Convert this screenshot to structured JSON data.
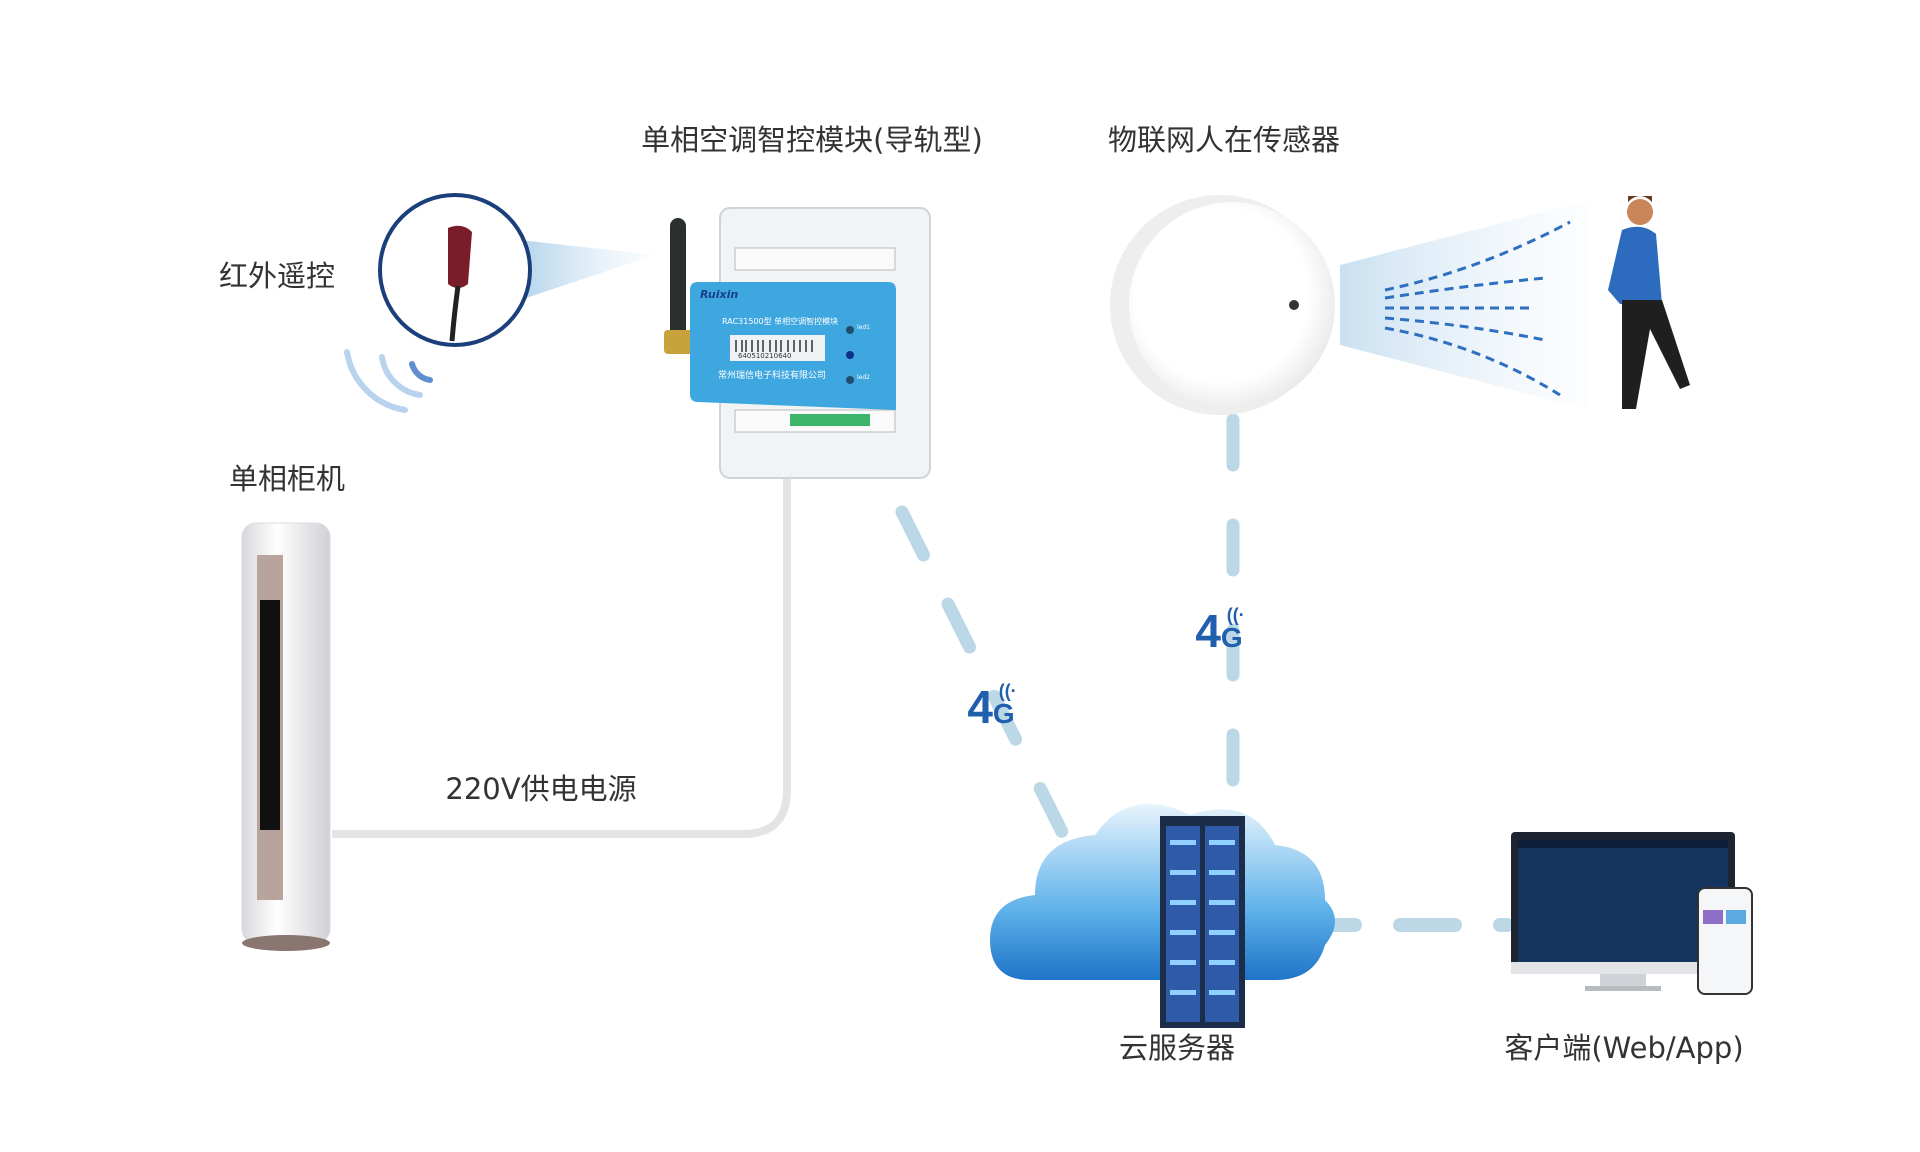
{
  "labels": {
    "module_title": "单相空调智控模块(导轨型)",
    "sensor_title": "物联网人在传感器",
    "ir_remote": "红外遥控",
    "ac_unit": "单相柜机",
    "power": "220V供电电源",
    "cloud": "云服务器",
    "client": "客户端(Web/App)"
  },
  "links": {
    "module_to_cloud": {
      "num": "4",
      "letter": "G"
    },
    "sensor_to_cloud": {
      "num": "4",
      "letter": "G"
    }
  },
  "module_panel": {
    "brand": "Ruixin",
    "model": "RAC31500型 单相空调智控模块",
    "barcode": "640510210640",
    "company": "常州瑞信电子科技有限公司",
    "led1": "led1",
    "led2": "led2"
  },
  "colors": {
    "accent": "#1f5fae",
    "link": "#bcd7e6",
    "panel": "#3ea7e0"
  }
}
